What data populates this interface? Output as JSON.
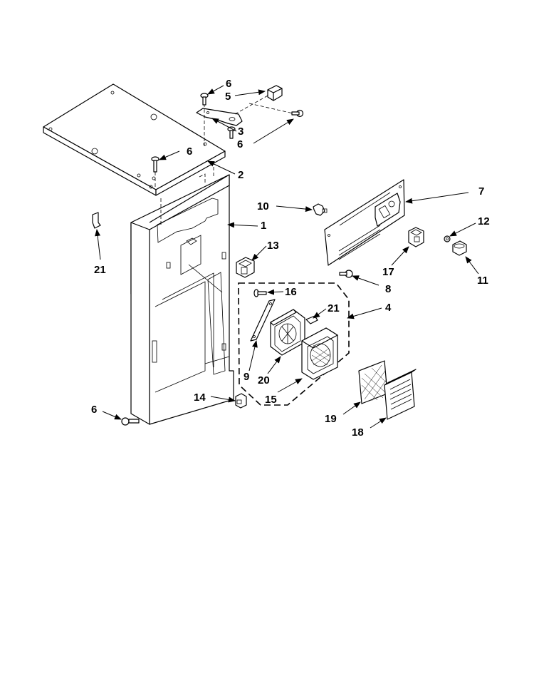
{
  "callouts": [
    {
      "id": "c6a",
      "label": "6"
    },
    {
      "id": "c5",
      "label": "5"
    },
    {
      "id": "c3",
      "label": "3"
    },
    {
      "id": "c6b",
      "label": "6"
    },
    {
      "id": "c6c",
      "label": "6"
    },
    {
      "id": "c2",
      "label": "2"
    },
    {
      "id": "c1",
      "label": "1"
    },
    {
      "id": "c21a",
      "label": "21"
    },
    {
      "id": "c10",
      "label": "10"
    },
    {
      "id": "c7",
      "label": "7"
    },
    {
      "id": "c12",
      "label": "12"
    },
    {
      "id": "c11",
      "label": "11"
    },
    {
      "id": "c17",
      "label": "17"
    },
    {
      "id": "c8",
      "label": "8"
    },
    {
      "id": "c13",
      "label": "13"
    },
    {
      "id": "c16",
      "label": "16"
    },
    {
      "id": "c21b",
      "label": "21"
    },
    {
      "id": "c4",
      "label": "4"
    },
    {
      "id": "c9",
      "label": "9"
    },
    {
      "id": "c20",
      "label": "20"
    },
    {
      "id": "c15",
      "label": "15"
    },
    {
      "id": "c14",
      "label": "14"
    },
    {
      "id": "c6d",
      "label": "6"
    },
    {
      "id": "c19",
      "label": "19"
    },
    {
      "id": "c18",
      "label": "18"
    }
  ]
}
